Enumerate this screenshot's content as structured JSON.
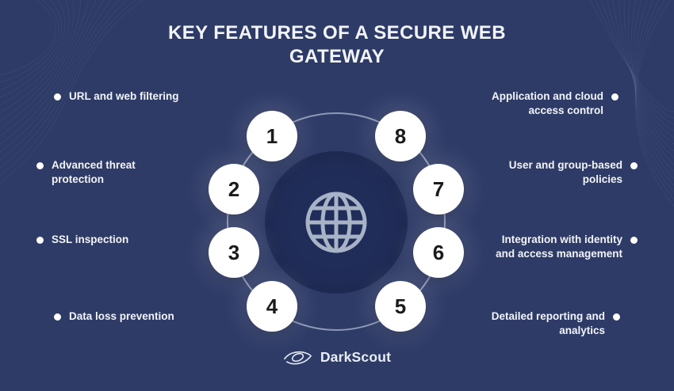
{
  "title": "KEY FEATURES OF A SECURE WEB\nGATEWAY",
  "features_left": [
    {
      "node": "1",
      "label": "URL and web filtering"
    },
    {
      "node": "2",
      "label": "Advanced threat\nprotection"
    },
    {
      "node": "3",
      "label": "SSL inspection"
    },
    {
      "node": "4",
      "label": "Data loss prevention"
    }
  ],
  "features_right": [
    {
      "node": "8",
      "label": "Application and cloud\naccess control"
    },
    {
      "node": "7",
      "label": "User and group-based\npolicies"
    },
    {
      "node": "6",
      "label": "Integration with identity\nand access management"
    },
    {
      "node": "5",
      "label": "Detailed reporting and\nanalytics"
    }
  ],
  "center": {
    "icon": "globe-icon"
  },
  "footer": {
    "brand": "DarkScout"
  },
  "colors": {
    "background": "#2e3b67",
    "center_circle": "#212d59",
    "ring": "#c1cbde",
    "node_fill": "#ffffff",
    "node_number": "#1b1b1b",
    "label_text": "#f1f4fa",
    "globe": "#a9b3c7"
  }
}
